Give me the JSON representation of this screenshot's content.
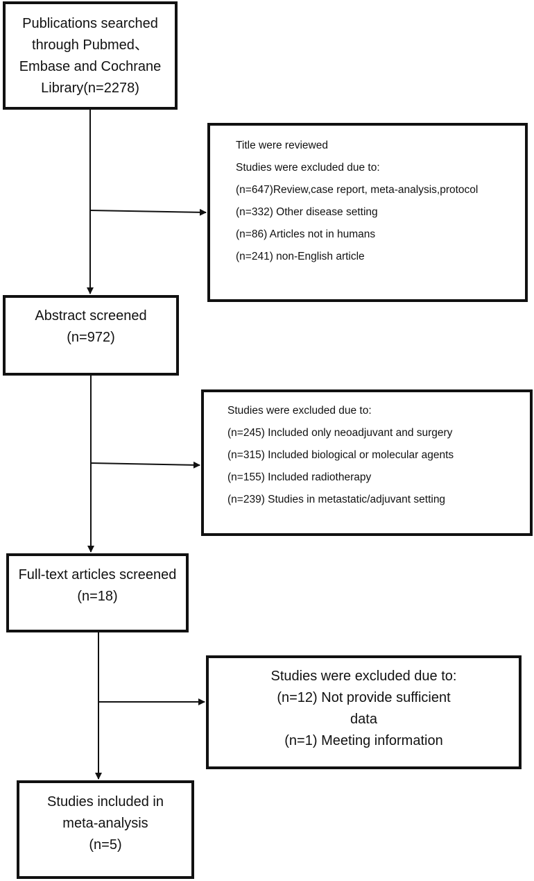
{
  "boxes": {
    "search": {
      "lines": [
        "Publications searched",
        "through Pubmed、",
        "Embase and Cochrane",
        "Library(n=2278)"
      ]
    },
    "title_excluded": {
      "lines": [
        "Title were reviewed",
        "Studies were excluded due to:",
        "(n=647)Review,case report, meta-analysis,protocol",
        "(n=332) Other disease setting",
        "(n=86) Articles not in humans",
        "(n=241) non-English article"
      ]
    },
    "abstract": {
      "lines": [
        "Abstract screened",
        "(n=972)"
      ]
    },
    "abstract_excluded": {
      "lines": [
        "Studies were excluded due to:",
        "(n=245) Included only neoadjuvant and surgery",
        "(n=315) Included biological or molecular agents",
        "(n=155) Included radiotherapy",
        "(n=239) Studies in metastatic/adjuvant setting"
      ]
    },
    "fulltext": {
      "lines": [
        "Full-text articles screened",
        "(n=18)"
      ]
    },
    "fulltext_excluded": {
      "lines": [
        "Studies were excluded due to:",
        "(n=12) Not provide sufficient",
        "data",
        "(n=1) Meeting information"
      ]
    },
    "included": {
      "lines": [
        "Studies included in",
        "meta-analysis",
        "(n=5)"
      ]
    }
  }
}
